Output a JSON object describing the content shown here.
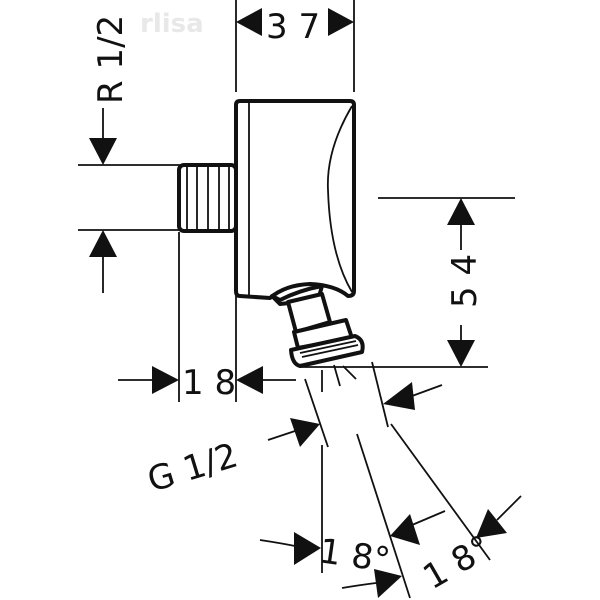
{
  "drawing": {
    "watermark": "rlisa",
    "dimensions": {
      "width_top": "3 7",
      "height_right": "5 4",
      "depth_left": "1 8",
      "inlet_thread": "R 1/2",
      "outlet_thread": "G 1/2",
      "angle_1": "1 8°",
      "angle_2": "1 8°"
    }
  }
}
